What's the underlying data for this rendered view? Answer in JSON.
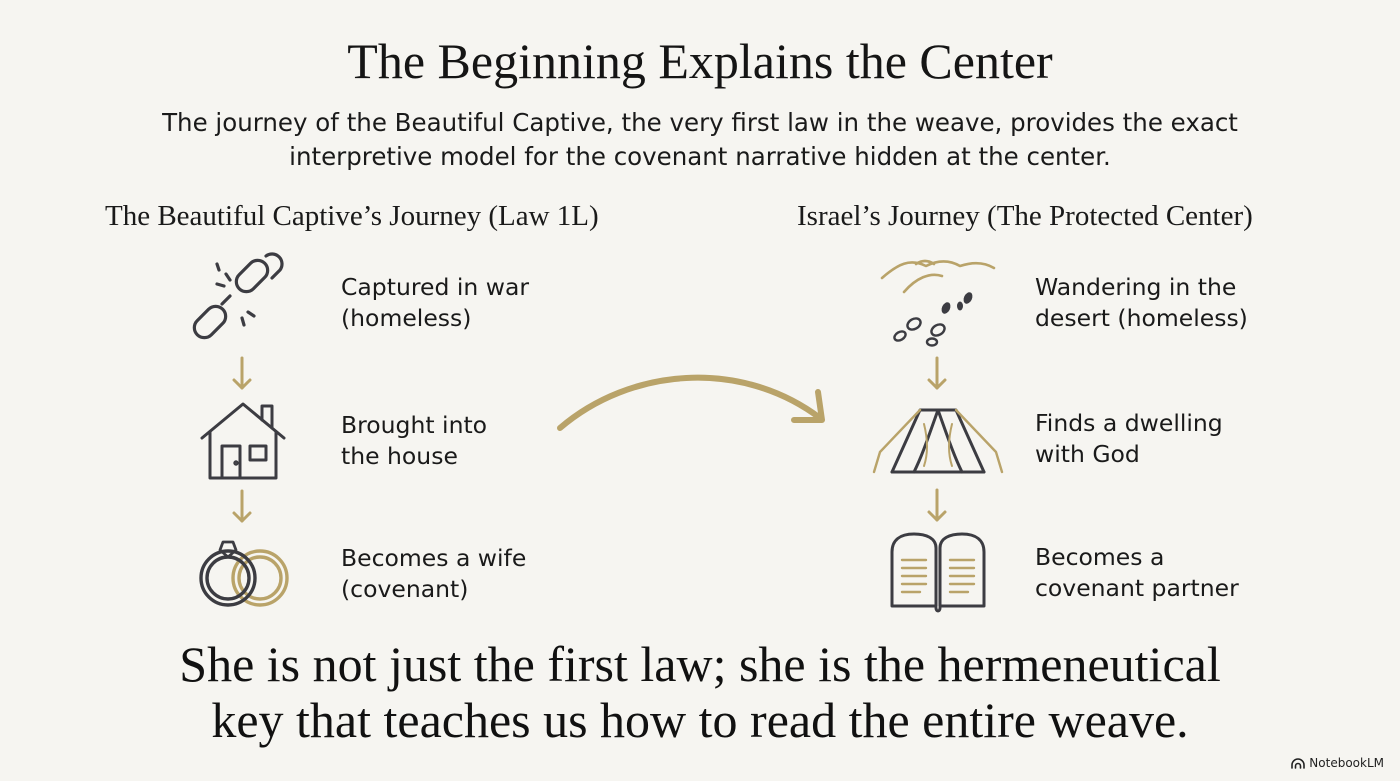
{
  "title": "The Beginning Explains the Center",
  "subtitle": {
    "line1": "The journey of the Beautiful Captive, the very first law in the weave, provides the exact",
    "line2": "interpretive model for the covenant narrative hidden at the center."
  },
  "left_column": {
    "heading": "The Beautiful Captive’s Journey (Law 1L)",
    "steps": [
      {
        "icon": "broken-chain-icon",
        "line1": "Captured in war",
        "line2": "(homeless)"
      },
      {
        "icon": "house-icon",
        "line1": "Brought into",
        "line2": "the house"
      },
      {
        "icon": "wedding-rings-icon",
        "line1": "Becomes a wife",
        "line2": "(covenant)"
      }
    ]
  },
  "right_column": {
    "heading": "Israel’s Journey (The Protected Center)",
    "steps": [
      {
        "icon": "desert-footprints-icon",
        "line1": "Wandering in the",
        "line2": "desert (homeless)"
      },
      {
        "icon": "tent-icon",
        "line1": "Finds a dwelling",
        "line2": "with God"
      },
      {
        "icon": "tablets-icon",
        "line1": "Becomes a",
        "line2": "covenant partner"
      }
    ]
  },
  "conclusion": {
    "line1": "She is not just the first law; she is the hermeneutical",
    "line2": "key that teaches us how to read the entire weave."
  },
  "brand": "NotebookLM",
  "colors": {
    "background": "#f6f5f1",
    "gold": "#b9a369",
    "icon_stroke": "#3c3c42",
    "text": "#1a1a1a"
  }
}
